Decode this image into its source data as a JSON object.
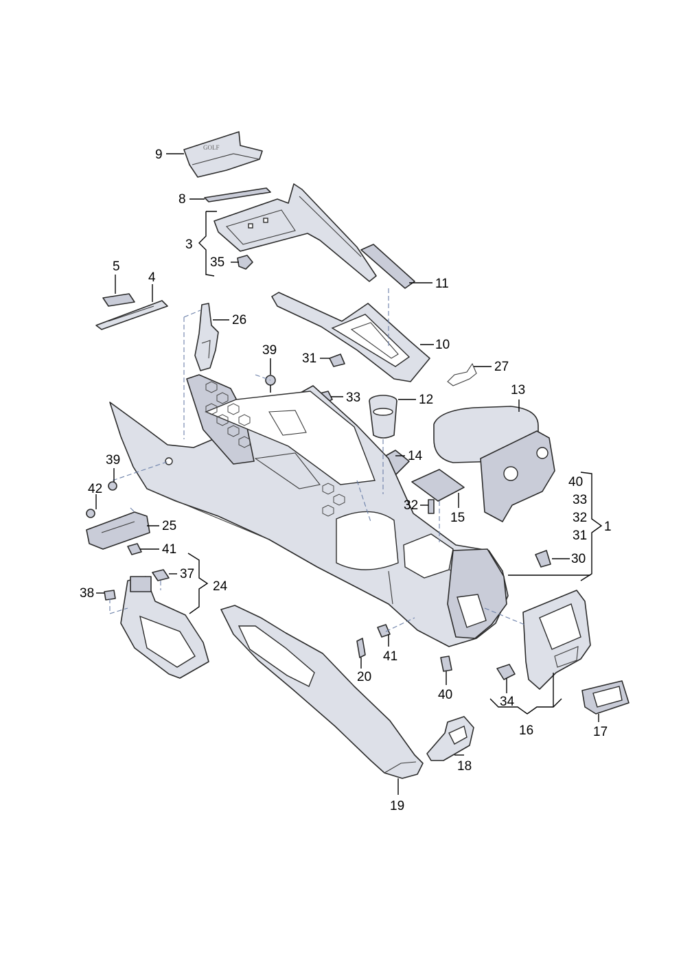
{
  "labels": {
    "p1": "1",
    "p3": "3",
    "p4": "4",
    "p5": "5",
    "p8": "8",
    "p9": "9",
    "p10": "10",
    "p11": "11",
    "p12": "12",
    "p13": "13",
    "p14": "14",
    "p15": "15",
    "p16": "16",
    "p17": "17",
    "p18": "18",
    "p19": "19",
    "p20": "20",
    "p24": "24",
    "p25": "25",
    "p26": "26",
    "p27": "27",
    "p30": "30",
    "p31a": "31",
    "p31b": "31",
    "p32a": "32",
    "p32b": "32",
    "p33a": "33",
    "p33b": "33",
    "p34": "34",
    "p35": "35",
    "p37": "37",
    "p38": "38",
    "p39a": "39",
    "p39b": "39",
    "p40a": "40",
    "p40b": "40",
    "p41a": "41",
    "p41b": "41",
    "p42": "42"
  },
  "cover_text": "GOLF"
}
